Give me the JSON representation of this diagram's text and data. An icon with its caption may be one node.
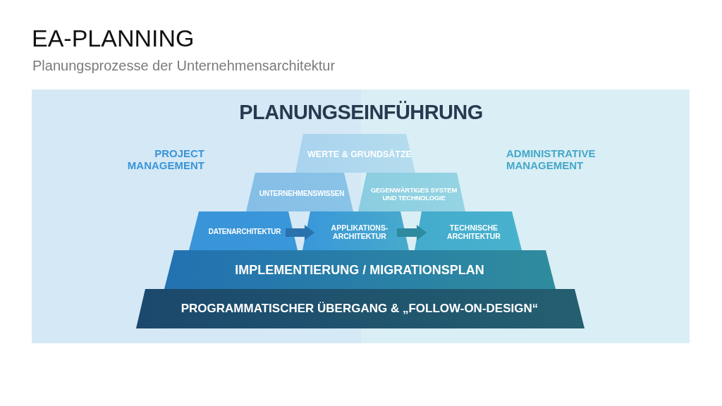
{
  "diagram": {
    "title": "EA-PLANNING",
    "nodes": [
      {
        "text": [
          "PLANUNGSEINFÜHRUNG",
          "PROJECT MANAGEMENT",
          "ADMINISTRATIVE MANAGEMENT"
        ]
      },
      {
        "text": [
          "WERTE & GRUNDSÄTZE"
        ],
        "in": 0
      },
      {
        "text": [
          "UNTERNEHMENSWISSEN"
        ],
        "in": 0
      },
      {
        "text": [
          "GEGENWÄRTIGES SYSTEM UND TECHNOLOGIE"
        ],
        "in": 0
      },
      {
        "text": [
          "DATENARCHITEKTUR"
        ],
        "in": 0
      },
      {
        "text": [
          "APPLIKATIONS- ARCHITEKTUR"
        ],
        "in": 0
      },
      {
        "text": [
          "TECHNISCHE ARCHITEKTUR"
        ],
        "in": 0
      },
      {
        "text": [
          "IMPLEMENTIERUNG / MIGRATIONSPLAN"
        ],
        "in": 0
      },
      {
        "text": [
          "PROGRAMMATISCHER ÜBERGANG & „FOLLOW-ON-DESIGN“"
        ],
        "in": 0
      }
    ],
    "edges": [
      {
        "from": 4,
        "to": 5,
        "arrow": "to",
        "color": "#2a72ad"
      },
      {
        "from": 5,
        "to": 6,
        "arrow": "to",
        "color": "#2d8a9f"
      }
    ],
    "labels": [
      "Planungsprozesse der Unternehmensarchitektur"
    ]
  }
}
